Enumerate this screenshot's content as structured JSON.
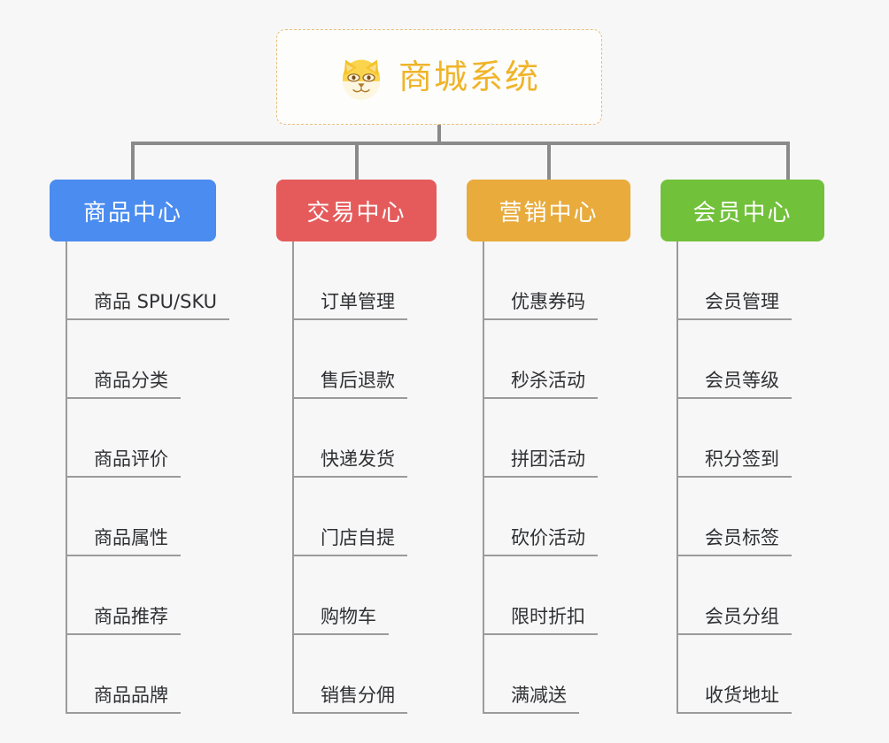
{
  "root": {
    "title": "商城系统",
    "icon": "shiba-dog-icon",
    "border_color": "#e8bf7a",
    "text_color": "#f0b429"
  },
  "canvas": {
    "background": "#f7f7f7",
    "connector_color": "#8a8a8a"
  },
  "columns": [
    {
      "title": "商品中心",
      "color": "#4a8cf0",
      "items": [
        "商品 SPU/SKU",
        "商品分类",
        "商品评价",
        "商品属性",
        "商品推荐",
        "商品品牌"
      ]
    },
    {
      "title": "交易中心",
      "color": "#e55b5b",
      "items": [
        "订单管理",
        "售后退款",
        "快递发货",
        "门店自提",
        "购物车",
        "销售分佣"
      ]
    },
    {
      "title": "营销中心",
      "color": "#e8ab3c",
      "items": [
        "优惠券码",
        "秒杀活动",
        "拼团活动",
        "砍价活动",
        "限时折扣",
        "满减送"
      ]
    },
    {
      "title": "会员中心",
      "color": "#72c13b",
      "items": [
        "会员管理",
        "会员等级",
        "积分签到",
        "会员标签",
        "会员分组",
        "收货地址"
      ]
    }
  ]
}
